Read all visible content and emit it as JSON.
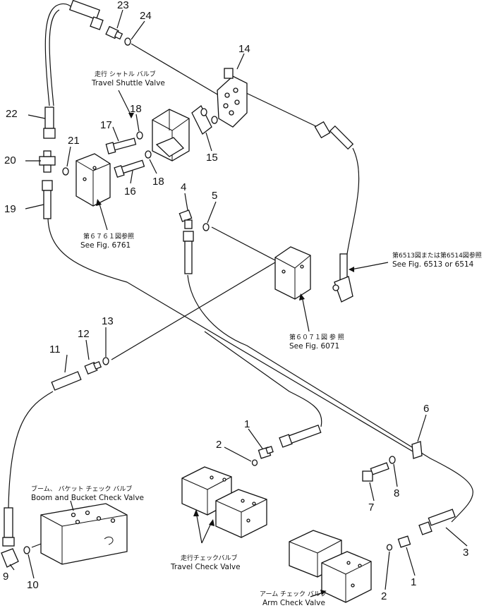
{
  "callouts": {
    "n1a": "1",
    "n1b": "1",
    "n2a": "2",
    "n2b": "2",
    "n3": "3",
    "n4": "4",
    "n5": "5",
    "n6": "6",
    "n7": "7",
    "n8": "8",
    "n9": "9",
    "n10": "10",
    "n11": "11",
    "n12": "12",
    "n13": "13",
    "n14": "14",
    "n15": "15",
    "n16": "16",
    "n17": "17",
    "n18a": "18",
    "n18b": "18",
    "n19": "19",
    "n20": "20",
    "n21": "21",
    "n22": "22",
    "n23": "23",
    "n24": "24"
  },
  "labels": {
    "travel_shuttle_jp": "走行 シャトル バルブ",
    "travel_shuttle_en": "Travel Shuttle Valve",
    "fig6761_jp": "第６７６１図参照",
    "fig6761_en": "See Fig. 6761",
    "fig6513_jp": "第6513図または第6514図参照",
    "fig6513_en": "See Fig. 6513 or 6514",
    "fig6071_jp": "第６０７１図 参 照",
    "fig6071_en": "See Fig. 6071",
    "boom_jp": "ブーム、 バケット チェック バルブ",
    "boom_en": "Boom and Bucket Check Valve",
    "travel_check_jp": "走行チェックバルブ",
    "travel_check_en": "Travel Check Valve",
    "arm_check_jp": "アーム チェック バルブ",
    "arm_check_en": "Arm Check Valve"
  }
}
